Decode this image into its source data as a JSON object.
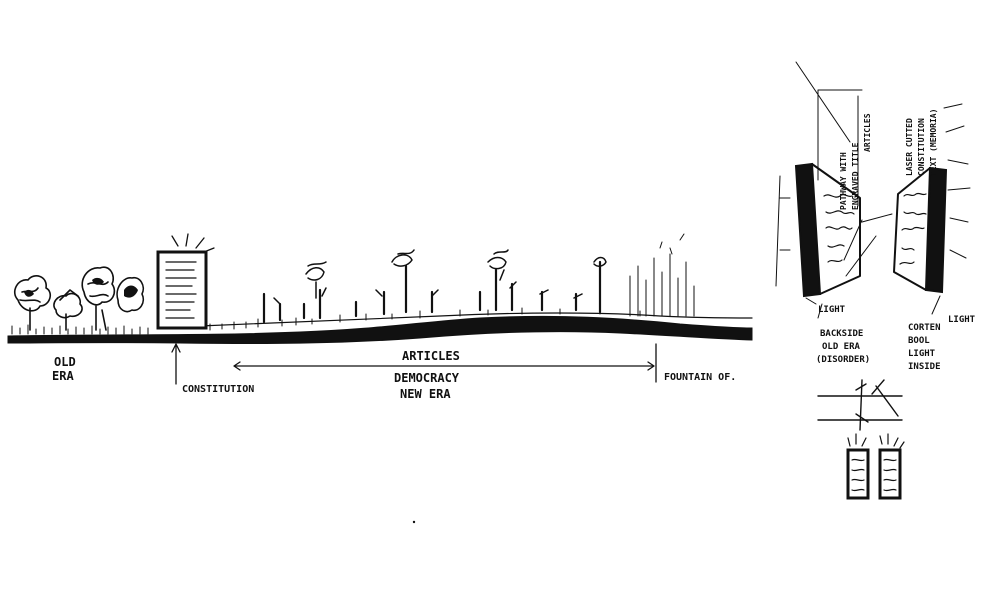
{
  "section": {
    "labels": {
      "old_era_1": "OLD",
      "old_era_2": "ERA",
      "constitution": "CONSTITUTION",
      "articles": "ARTICLES",
      "democracy": "DEMOCRACY",
      "new_era": "NEW ERA",
      "fountain": "FOUNTAIN OF."
    }
  },
  "detail": {
    "labels": {
      "pathway_1": "PATHWAY WITH",
      "pathway_2": "ENGRAVED TITLE",
      "pathway_3": "ARTICLES",
      "laser_1": "LASER CUTTED",
      "laser_2": "CONSTITUTION",
      "laser_3": "TEXT (MEMORIA)",
      "light_left": "LIGHT",
      "light_right": "LIGHT",
      "backside_1": "BACKSIDE",
      "backside_2": "OLD ERA",
      "backside_3": "(DISORDER)",
      "corten_1": "CORTEN",
      "corten_2": "BOOL",
      "corten_3": "LIGHT",
      "corten_4": "INSIDE"
    }
  },
  "colors": {
    "ink": "#111111",
    "paper": "#ffffff"
  }
}
